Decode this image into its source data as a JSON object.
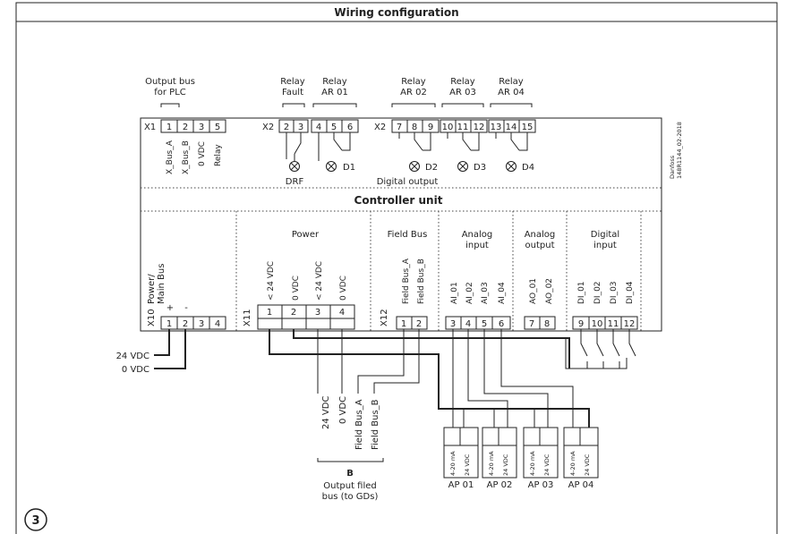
{
  "title": "Wiring configuration",
  "figure_number": "3",
  "controller_title": "Controller unit",
  "doc_code": "Danfoss\n148R1144_02-2018",
  "headers": {
    "output_bus": [
      "Output bus",
      "for PLC"
    ],
    "relay_fault": [
      "Relay",
      "Fault"
    ],
    "relay_ar01": [
      "Relay",
      "AR 01"
    ],
    "relay_ar02": [
      "Relay",
      "AR 02"
    ],
    "relay_ar03": [
      "Relay",
      "AR 03"
    ],
    "relay_ar04": [
      "Relay",
      "AR 04"
    ]
  },
  "connectors": {
    "x1": {
      "name": "X1",
      "pins": [
        "1",
        "2",
        "3",
        "5"
      ],
      "labels": [
        "X_Bus_A",
        "X_Bus_B",
        "0 VDC",
        "Relay"
      ]
    },
    "x2a": {
      "name": "X2",
      "pins": [
        "2",
        "3",
        "4",
        "5",
        "6"
      ]
    },
    "x2b": {
      "name": "X2",
      "pins": [
        "7",
        "8",
        "9",
        "10",
        "11",
        "12",
        "13",
        "14",
        "15"
      ]
    },
    "x10": {
      "name": "X10",
      "pins": [
        "1",
        "2",
        "3",
        "4"
      ],
      "signs": [
        "+",
        "-"
      ]
    },
    "x11": {
      "name": "X11",
      "pins": [
        "1",
        "2",
        "3",
        "4"
      ],
      "labels": [
        "< 24 VDC",
        "0 VDC",
        "< 24 VDC",
        "0 VDC"
      ]
    },
    "x12": {
      "name": "X12",
      "pins": [
        "1",
        "2"
      ],
      "labels": [
        "Field Bus_A",
        "Field Bus_B"
      ]
    },
    "analog_in": {
      "pins": [
        "3",
        "4",
        "5",
        "6"
      ],
      "labels": [
        "AI_01",
        "AI_02",
        "AI_03",
        "AI_04"
      ]
    },
    "analog_out": {
      "pins": [
        "7",
        "8"
      ],
      "labels": [
        "AO_01",
        "AO_02"
      ]
    },
    "digital_in": {
      "pins": [
        "9",
        "10",
        "11",
        "12"
      ],
      "labels": [
        "DI_01",
        "DI_02",
        "DI_03",
        "DI_04"
      ]
    }
  },
  "lamps": [
    "DRF",
    "D1",
    "D2",
    "D3",
    "D4"
  ],
  "digital_output_label": "Digital output",
  "sections": {
    "power_main": [
      "Power/",
      "Main Bus"
    ],
    "power": "Power",
    "field_bus": "Field Bus",
    "analog_input": [
      "Analog",
      "input"
    ],
    "analog_output": [
      "Analog",
      "output"
    ],
    "digital_input": [
      "Digital",
      "input"
    ]
  },
  "supply": {
    "v24": "24 VDC",
    "v0": "0 VDC"
  },
  "bottom_labels": [
    "24 VDC",
    "0 VDC",
    "Field Bus_A",
    "Field Bus_B"
  ],
  "output_bus_B": {
    "letter": "B",
    "text": [
      "Output filed",
      "bus (to GDs)"
    ]
  },
  "sensors": [
    {
      "name": "AP 01",
      "pins": [
        "4-20 mA",
        "24 VDC"
      ]
    },
    {
      "name": "AP 02",
      "pins": [
        "4-20 mA",
        "24 VDC"
      ]
    },
    {
      "name": "AP 03",
      "pins": [
        "4-20 mA",
        "24 VDC"
      ]
    },
    {
      "name": "AP 04",
      "pins": [
        "4-20 mA",
        "24 VDC"
      ]
    }
  ]
}
